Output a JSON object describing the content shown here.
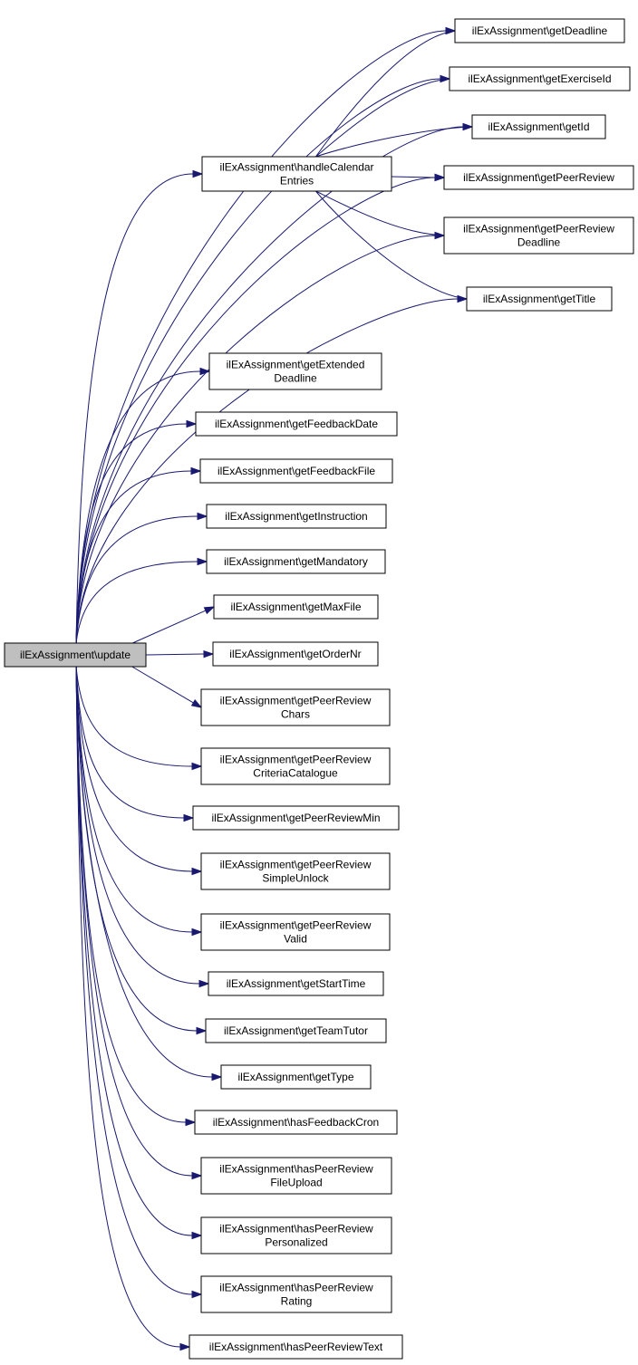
{
  "graph": {
    "nodes": [
      {
        "id": "update",
        "lines": [
          "ilExAssignment\\update"
        ],
        "highlighted": true
      },
      {
        "id": "getDeadline",
        "lines": [
          "ilExAssignment\\getDeadline"
        ]
      },
      {
        "id": "getExerciseId",
        "lines": [
          "ilExAssignment\\getExerciseId"
        ]
      },
      {
        "id": "getId",
        "lines": [
          "ilExAssignment\\getId"
        ]
      },
      {
        "id": "handleCalendarEntries",
        "lines": [
          "ilExAssignment\\handleCalendar",
          "Entries"
        ]
      },
      {
        "id": "getPeerReview",
        "lines": [
          "ilExAssignment\\getPeerReview"
        ]
      },
      {
        "id": "getPeerReviewDeadline",
        "lines": [
          "ilExAssignment\\getPeerReview",
          "Deadline"
        ]
      },
      {
        "id": "getTitle",
        "lines": [
          "ilExAssignment\\getTitle"
        ]
      },
      {
        "id": "getExtendedDeadline",
        "lines": [
          "ilExAssignment\\getExtended",
          "Deadline"
        ]
      },
      {
        "id": "getFeedbackDate",
        "lines": [
          "ilExAssignment\\getFeedbackDate"
        ]
      },
      {
        "id": "getFeedbackFile",
        "lines": [
          "ilExAssignment\\getFeedbackFile"
        ]
      },
      {
        "id": "getInstruction",
        "lines": [
          "ilExAssignment\\getInstruction"
        ]
      },
      {
        "id": "getMandatory",
        "lines": [
          "ilExAssignment\\getMandatory"
        ]
      },
      {
        "id": "getMaxFile",
        "lines": [
          "ilExAssignment\\getMaxFile"
        ]
      },
      {
        "id": "getOrderNr",
        "lines": [
          "ilExAssignment\\getOrderNr"
        ]
      },
      {
        "id": "getPeerReviewChars",
        "lines": [
          "ilExAssignment\\getPeerReview",
          "Chars"
        ]
      },
      {
        "id": "getPeerReviewCriteriaCatalogue",
        "lines": [
          "ilExAssignment\\getPeerReview",
          "CriteriaCatalogue"
        ]
      },
      {
        "id": "getPeerReviewMin",
        "lines": [
          "ilExAssignment\\getPeerReviewMin"
        ]
      },
      {
        "id": "getPeerReviewSimpleUnlock",
        "lines": [
          "ilExAssignment\\getPeerReview",
          "SimpleUnlock"
        ]
      },
      {
        "id": "getPeerReviewValid",
        "lines": [
          "ilExAssignment\\getPeerReview",
          "Valid"
        ]
      },
      {
        "id": "getStartTime",
        "lines": [
          "ilExAssignment\\getStartTime"
        ]
      },
      {
        "id": "getTeamTutor",
        "lines": [
          "ilExAssignment\\getTeamTutor"
        ]
      },
      {
        "id": "getType",
        "lines": [
          "ilExAssignment\\getType"
        ]
      },
      {
        "id": "hasFeedbackCron",
        "lines": [
          "ilExAssignment\\hasFeedbackCron"
        ]
      },
      {
        "id": "hasPeerReviewFileUpload",
        "lines": [
          "ilExAssignment\\hasPeerReview",
          "FileUpload"
        ]
      },
      {
        "id": "hasPeerReviewPersonalized",
        "lines": [
          "ilExAssignment\\hasPeerReview",
          "Personalized"
        ]
      },
      {
        "id": "hasPeerReviewRating",
        "lines": [
          "ilExAssignment\\hasPeerReview",
          "Rating"
        ]
      },
      {
        "id": "hasPeerReviewText",
        "lines": [
          "ilExAssignment\\hasPeerReviewText"
        ]
      }
    ],
    "edges": [
      {
        "from": "update",
        "to": "getDeadline"
      },
      {
        "from": "update",
        "to": "getExerciseId"
      },
      {
        "from": "update",
        "to": "getId"
      },
      {
        "from": "update",
        "to": "handleCalendarEntries"
      },
      {
        "from": "update",
        "to": "getPeerReview"
      },
      {
        "from": "update",
        "to": "getPeerReviewDeadline"
      },
      {
        "from": "update",
        "to": "getTitle"
      },
      {
        "from": "update",
        "to": "getExtendedDeadline"
      },
      {
        "from": "update",
        "to": "getFeedbackDate"
      },
      {
        "from": "update",
        "to": "getFeedbackFile"
      },
      {
        "from": "update",
        "to": "getInstruction"
      },
      {
        "from": "update",
        "to": "getMandatory"
      },
      {
        "from": "update",
        "to": "getMaxFile"
      },
      {
        "from": "update",
        "to": "getOrderNr"
      },
      {
        "from": "update",
        "to": "getPeerReviewChars"
      },
      {
        "from": "update",
        "to": "getPeerReviewCriteriaCatalogue"
      },
      {
        "from": "update",
        "to": "getPeerReviewMin"
      },
      {
        "from": "update",
        "to": "getPeerReviewSimpleUnlock"
      },
      {
        "from": "update",
        "to": "getPeerReviewValid"
      },
      {
        "from": "update",
        "to": "getStartTime"
      },
      {
        "from": "update",
        "to": "getTeamTutor"
      },
      {
        "from": "update",
        "to": "getType"
      },
      {
        "from": "update",
        "to": "hasFeedbackCron"
      },
      {
        "from": "update",
        "to": "hasPeerReviewFileUpload"
      },
      {
        "from": "update",
        "to": "hasPeerReviewPersonalized"
      },
      {
        "from": "update",
        "to": "hasPeerReviewRating"
      },
      {
        "from": "update",
        "to": "hasPeerReviewText"
      },
      {
        "from": "handleCalendarEntries",
        "to": "getDeadline"
      },
      {
        "from": "handleCalendarEntries",
        "to": "getExerciseId"
      },
      {
        "from": "handleCalendarEntries",
        "to": "getId"
      },
      {
        "from": "handleCalendarEntries",
        "to": "getPeerReview"
      },
      {
        "from": "handleCalendarEntries",
        "to": "getPeerReviewDeadline"
      },
      {
        "from": "handleCalendarEntries",
        "to": "getTitle"
      }
    ]
  },
  "colors": {
    "edge": "#191970",
    "node_fill": "#ffffff",
    "highlight_fill": "#bfbfbf",
    "node_border": "#000000"
  }
}
